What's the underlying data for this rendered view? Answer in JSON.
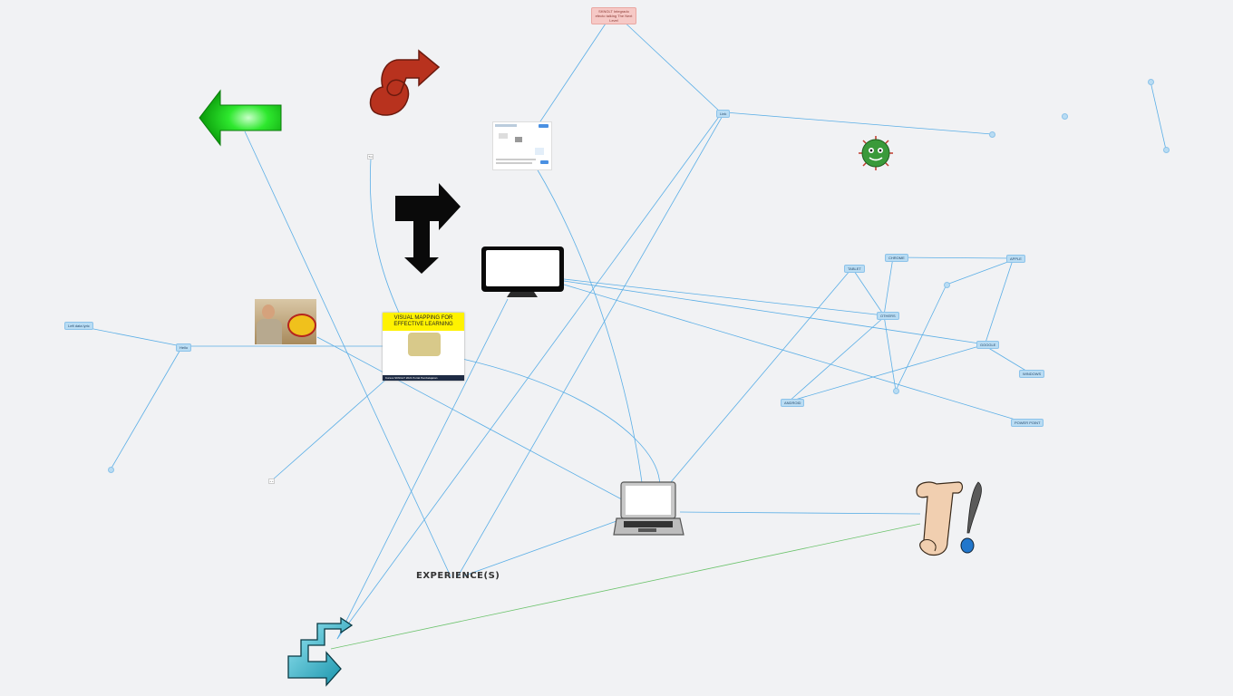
{
  "canvas": {
    "background": "#f1f2f4",
    "link_color": "#5aaee6",
    "green_link_color": "#6cc36c"
  },
  "nodes": {
    "top_note": "SKNGLT Integrado efecto talking The Next Level",
    "hello": "Hello",
    "left_label": "Left data lyric",
    "hub": "Link",
    "others": "OTHERS",
    "chrome": "CHROME",
    "apple": "APPLE",
    "tablet": "TABLET",
    "google": "GOOGLE",
    "android": "ANDROID",
    "windows": "WINDOWS",
    "power": "POWER POINT",
    "tiny_a": "Txt",
    "tiny_b": "+ +"
  },
  "slide": {
    "title": "VISUAL MAPPING FOR EFFECTIVE LEARNING",
    "footer": "Kursus SKNGLT 2021 Portal Pembelajaran"
  },
  "experience_label": "EXPERIENCE(S)",
  "icons": [
    "green-left-arrow-icon",
    "red-curly-arrow-icon",
    "black-t-arrow-icon",
    "monitor-icon",
    "laptop-icon",
    "scroll-quill-icon",
    "virus-icon",
    "cyan-steps-arrow-icon",
    "screenshot-thumbnail",
    "profile-photo"
  ]
}
